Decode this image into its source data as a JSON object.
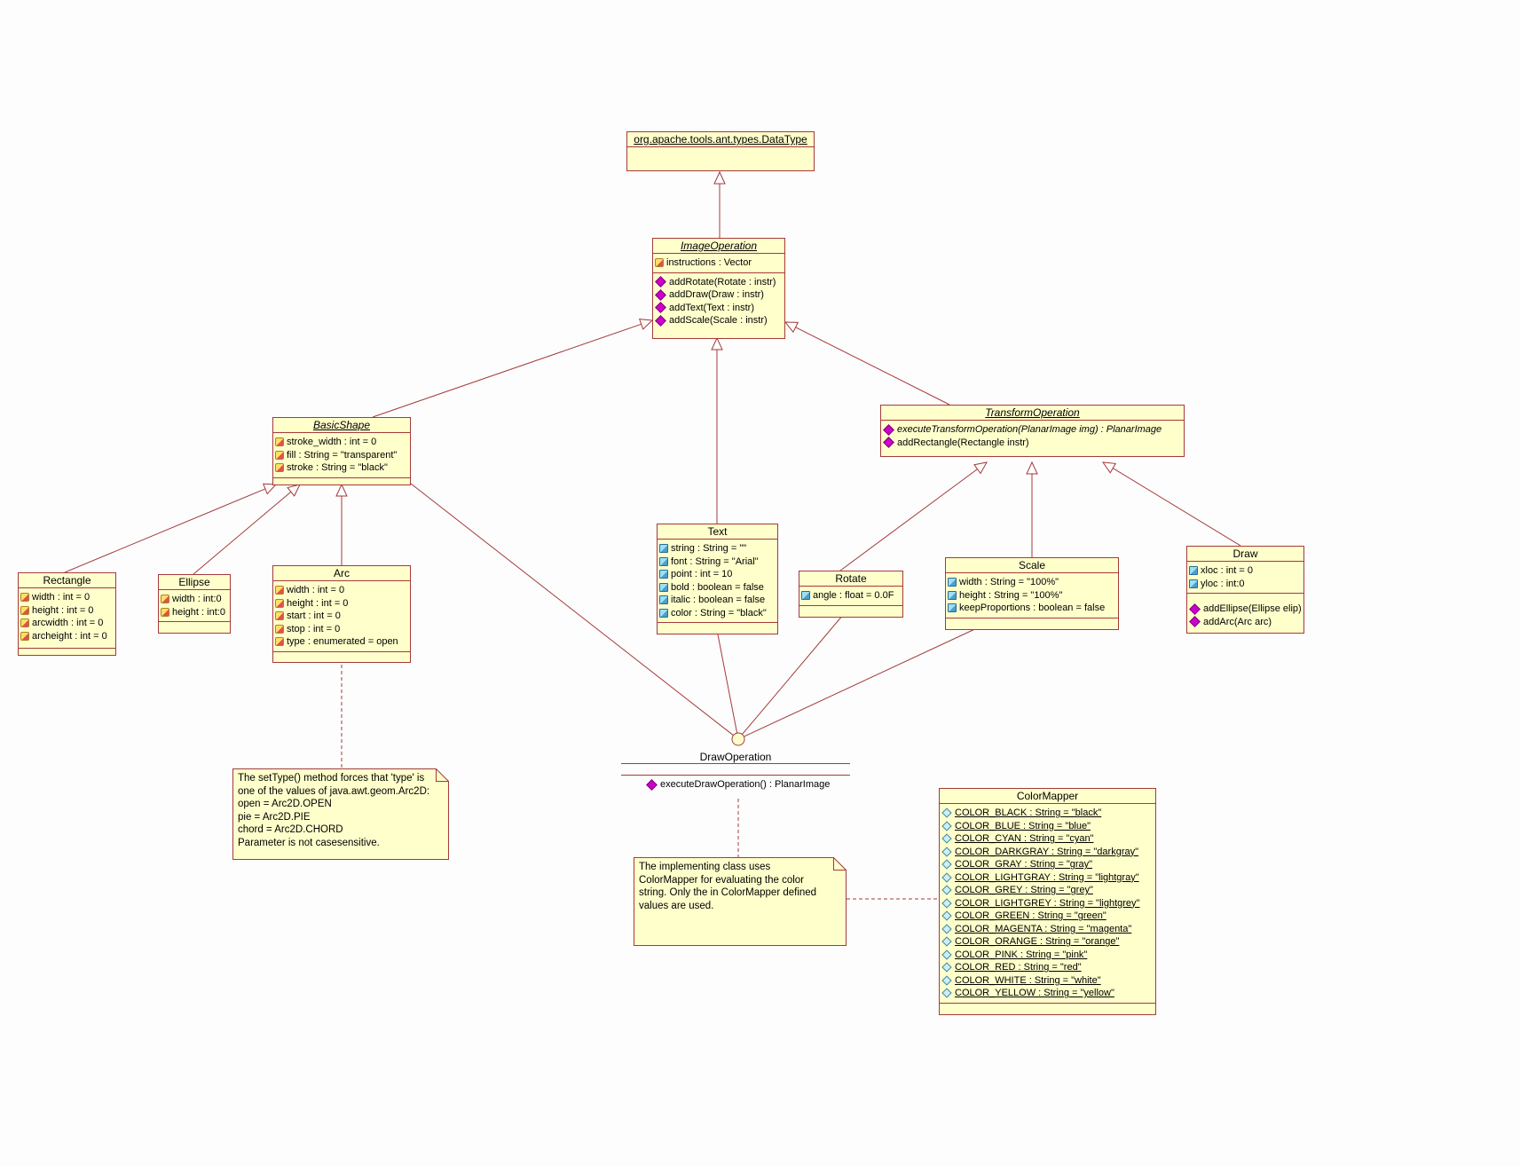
{
  "diagram": {
    "colors": {
      "box_fill": "#ffffcc",
      "border_line": "#a43a3a",
      "operation_icon": "#cc00cc",
      "attribute_icon": "#ffe066",
      "attribute_icon_alt": "#9fe0f0",
      "static_icon": "#cfeef5",
      "background": "#fdfdfd"
    },
    "classes": {
      "datatype": {
        "title": "org.apache.tools.ant.types.DataType"
      },
      "image_operation": {
        "title": "ImageOperation",
        "attributes": [
          "instructions : Vector"
        ],
        "operations": [
          "addRotate(Rotate : instr)",
          "addDraw(Draw : instr)",
          "addText(Text : instr)",
          "addScale(Scale : instr)"
        ]
      },
      "basic_shape": {
        "title": "BasicShape",
        "attributes": [
          "stroke_width : int = 0",
          "fill : String = \"transparent\"",
          "stroke : String = \"black\""
        ]
      },
      "transform_operation": {
        "title": "TransformOperation",
        "operations": [
          "executeTransformOperation(PlanarImage img) : PlanarImage",
          "addRectangle(Rectangle instr)"
        ]
      },
      "rectangle": {
        "title": "Rectangle",
        "attributes": [
          "width : int = 0",
          "height : int = 0",
          "arcwidth : int = 0",
          "archeight : int = 0"
        ]
      },
      "ellipse": {
        "title": "Ellipse",
        "attributes": [
          "width : int:0",
          "height : int:0"
        ]
      },
      "arc": {
        "title": "Arc",
        "attributes": [
          "width : int = 0",
          "height : int = 0",
          "start : int = 0",
          "stop : int = 0",
          "type : enumerated = open"
        ]
      },
      "text": {
        "title": "Text",
        "attributes": [
          "string : String = \"\"",
          "font : String = \"Arial\"",
          "point : int = 10",
          "bold : boolean = false",
          "italic : boolean = false",
          "color : String = \"black\""
        ]
      },
      "rotate": {
        "title": "Rotate",
        "attributes": [
          "angle : float = 0.0F"
        ]
      },
      "scale": {
        "title": "Scale",
        "attributes": [
          "width : String = \"100%\"",
          "height : String = \"100%\"",
          "keepProportions : boolean = false"
        ]
      },
      "draw": {
        "title": "Draw",
        "attributes": [
          "xloc : int = 0",
          "yloc : int:0"
        ],
        "operations": [
          "addEllipse(Ellipse elip)",
          "addArc(Arc arc)"
        ]
      },
      "draw_operation": {
        "title": "DrawOperation",
        "operations": [
          "executeDrawOperation() : PlanarImage"
        ]
      },
      "color_mapper": {
        "title": "ColorMapper",
        "attributes": [
          "COLOR_BLACK : String = \"black\"",
          "COLOR_BLUE : String = \"blue\"",
          "COLOR_CYAN : String = \"cyan\"",
          "COLOR_DARKGRAY : String = \"darkgray\"",
          "COLOR_GRAY : String = \"gray\"",
          "COLOR_LIGHTGRAY : String = \"lightgray\"",
          "COLOR_GREY : String = \"grey\"",
          "COLOR_LIGHTGREY : String = \"lightgrey\"",
          "COLOR_GREEN : String = \"green\"",
          "COLOR_MAGENTA : String = \"magenta\"",
          "COLOR_ORANGE : String = \"orange\"",
          "COLOR_PINK : String = \"pink\"",
          "COLOR_RED : String = \"red\"",
          "COLOR_WHITE : String = \"white\"",
          "COLOR_YELLOW : String = \"yellow\""
        ]
      }
    },
    "notes": {
      "arc_note": {
        "lines": [
          "The setType() method forces that 'type' is",
          "one of the values of java.awt.geom.Arc2D:",
          "open = Arc2D.OPEN",
          "pie = Arc2D.PIE",
          "chord = Arc2D.CHORD",
          "Parameter is not casesensitive."
        ]
      },
      "colormapper_note": {
        "lines": [
          "The implementing class uses",
          "ColorMapper for evaluating the color",
          "string. Only the in ColorMapper defined",
          "values are used."
        ]
      }
    }
  }
}
